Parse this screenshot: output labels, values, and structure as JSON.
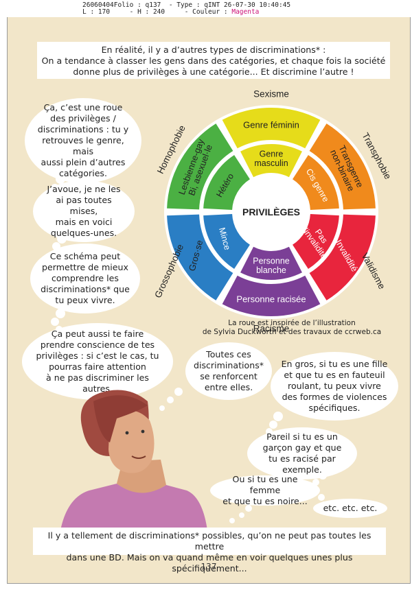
{
  "print_header": {
    "line1": "26060404Folio : q137  - Type : qINT 26-07-30 10:40:45",
    "line2_left": "L : 170     - H : 240     - Couleur : ",
    "line2_color": "Magenta"
  },
  "intro_caption": [
    "En réalité, il y a d’autres types de discriminations* :",
    "On a tendance à classer les gens dans des catégories, et chaque fois la société",
    "donne plus de privilèges à une catégorie... Et discrimine l’autre !"
  ],
  "bubbles": {
    "roue": [
      "Ça, c’est une roue",
      "des privilèges /",
      "discriminations : tu y",
      "retrouves le genre, mais",
      "aussi plein d’autres",
      "catégories."
    ],
    "avoue": [
      "J’avoue, je ne les",
      "ai pas toutes mises,",
      "mais en voici",
      "quelques-unes."
    ],
    "schema": [
      "Ce schéma peut",
      "permettre de mieux",
      "comprendre les",
      "discriminations* que",
      "tu peux vivre."
    ],
    "conscience": [
      "Ça peut aussi te faire",
      "prendre conscience de tes",
      "privilèges : si c’est le cas, tu",
      "pourras faire attention",
      "à ne pas discriminer les",
      "autres."
    ],
    "toutes": [
      "Toutes ces",
      "discriminations*",
      "se renforcent",
      "entre elles."
    ],
    "en_gros": [
      "En gros, si tu es une fille",
      "et que tu es en fauteuil",
      "roulant, tu peux vivre",
      "des formes de violences",
      "spécifiques."
    ],
    "pareil": [
      "Pareil si tu es un",
      "garçon gay et que",
      "tu es racisé par",
      "exemple."
    ],
    "femme": [
      "Ou si tu es une femme",
      "et que tu es noire..."
    ],
    "etc": "etc. etc. etc."
  },
  "wheel": {
    "center_label": "PRIVILÈGES",
    "outer_labels": {
      "top": "Sexisme",
      "top_right": "Transphobie",
      "right": "Validisme",
      "bottom": "Racisme",
      "left": "Grossophobie",
      "top_left": "Homophobie"
    },
    "outer_ring": {
      "top": "Genre féminin",
      "top_right": [
        "Transgenre",
        "non-binaire"
      ],
      "right": "Invalidité",
      "bottom": "Personne racisée",
      "left": "Gros·se",
      "top_left": [
        "Lesbienne-gay",
        "Bi, asexuel·le"
      ]
    },
    "inner_ring": {
      "top": [
        "Genre",
        "masculin"
      ],
      "top_right": "Cis genre",
      "right": [
        "Pas",
        "d’invalidité"
      ],
      "bottom": [
        "Personne",
        "blanche"
      ],
      "left": "Mince",
      "top_left": "Hétéro"
    },
    "colors": {
      "yellow": "#e6dc1a",
      "orange": "#f08a1c",
      "red": "#e8253d",
      "purple": "#7b3f96",
      "blue": "#2a7ec4",
      "green": "#4bb043"
    }
  },
  "credit": [
    "La roue est inspirée de l’illustration",
    "de Sylvia Duckworth et des travaux de ccrweb.ca"
  ],
  "bottom_caption": [
    "Il y a tellement de discriminations* possibles, qu’on ne peut pas toutes les mettre",
    "dans une BD. Mais on va quand même en voir quelques unes plus spécifiquement..."
  ],
  "page_number": "137"
}
